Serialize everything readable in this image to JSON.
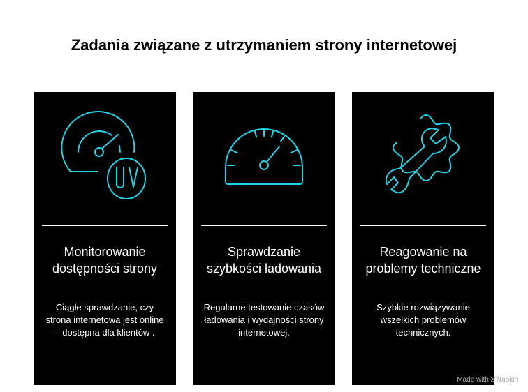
{
  "title": "Zadania związane z utrzymaniem strony internetowej",
  "accent_color": "#22d3e6",
  "cards": [
    {
      "icon": "gauge-uv-icon",
      "title": "Monitorowanie dostępności strony",
      "description": "Ciągłe sprawdzanie, czy strona internetowa jest online – dostępna dla klientów ."
    },
    {
      "icon": "speedometer-icon",
      "title": "Sprawdzanie szybkości ładowania",
      "description": "Regularne testowanie czasów ładowania i wydajności strony internetowej."
    },
    {
      "icon": "gear-wrench-icon",
      "title": "Reagowanie na problemy techniczne",
      "description": "Szybkie rozwiązywanie wszelkich problemów technicznych."
    }
  ],
  "watermark": "Made with ≱ Napkin"
}
